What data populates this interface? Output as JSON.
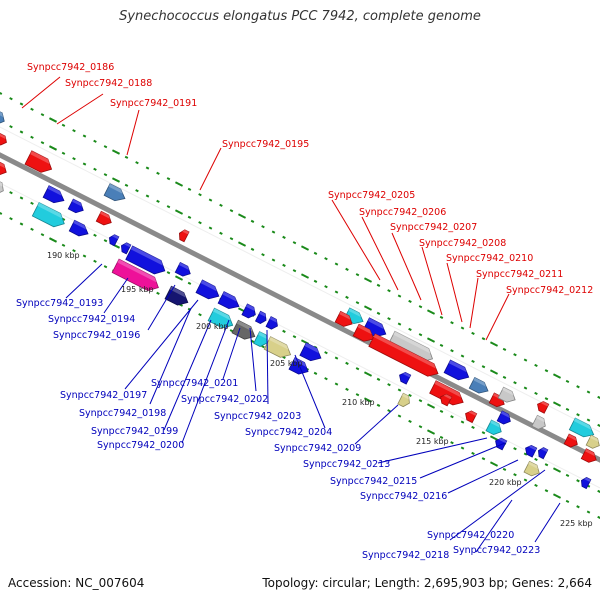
{
  "title": "Synechococcus elongatus PCC 7942, complete genome",
  "footer": {
    "accession": "Accession: NC_007604",
    "summary": "Topology: circular; Length: 2,695,903 bp; Genes: 2,664"
  },
  "colors": {
    "red": "#ee1111",
    "blue": "#1111dd",
    "steel": "#4a7fb8",
    "cyan": "#22ccdd",
    "gray": "#c8c8c8",
    "dark_gray": "#666666",
    "magenta": "#ee1199",
    "navy": "#151570",
    "khaki": "#d8d08a",
    "backbone": "#8a8a8a",
    "tick_green": "#1a8a1a",
    "label_red": "#dd0000",
    "label_blue": "#0000bb"
  },
  "scale_labels": [
    "190 kbp",
    "195 kbp",
    "200 kbp",
    "205 kbp",
    "210 kbp",
    "215 kbp",
    "220 kbp",
    "225 kbp"
  ],
  "top_labels": [
    "Synpcc7942_0186",
    "Synpcc7942_0188",
    "Synpcc7942_0191",
    "Synpcc7942_0195",
    "Synpcc7942_0205",
    "Synpcc7942_0206",
    "Synpcc7942_0207",
    "Synpcc7942_0208",
    "Synpcc7942_0210",
    "Synpcc7942_0211",
    "Synpcc7942_0212"
  ],
  "bottom_labels": [
    "Synpcc7942_0193",
    "Synpcc7942_0194",
    "Synpcc7942_0196",
    "Synpcc7942_0197",
    "Synpcc7942_0198",
    "Synpcc7942_0199",
    "Synpcc7942_0200",
    "Synpcc7942_0201",
    "Synpcc7942_0202",
    "Synpcc7942_0203",
    "Synpcc7942_0204",
    "Synpcc7942_0209",
    "Synpcc7942_0213",
    "Synpcc7942_0215",
    "Synpcc7942_0216",
    "Synpcc7942_0218",
    "Synpcc7942_0220",
    "Synpcc7942_0223"
  ]
}
